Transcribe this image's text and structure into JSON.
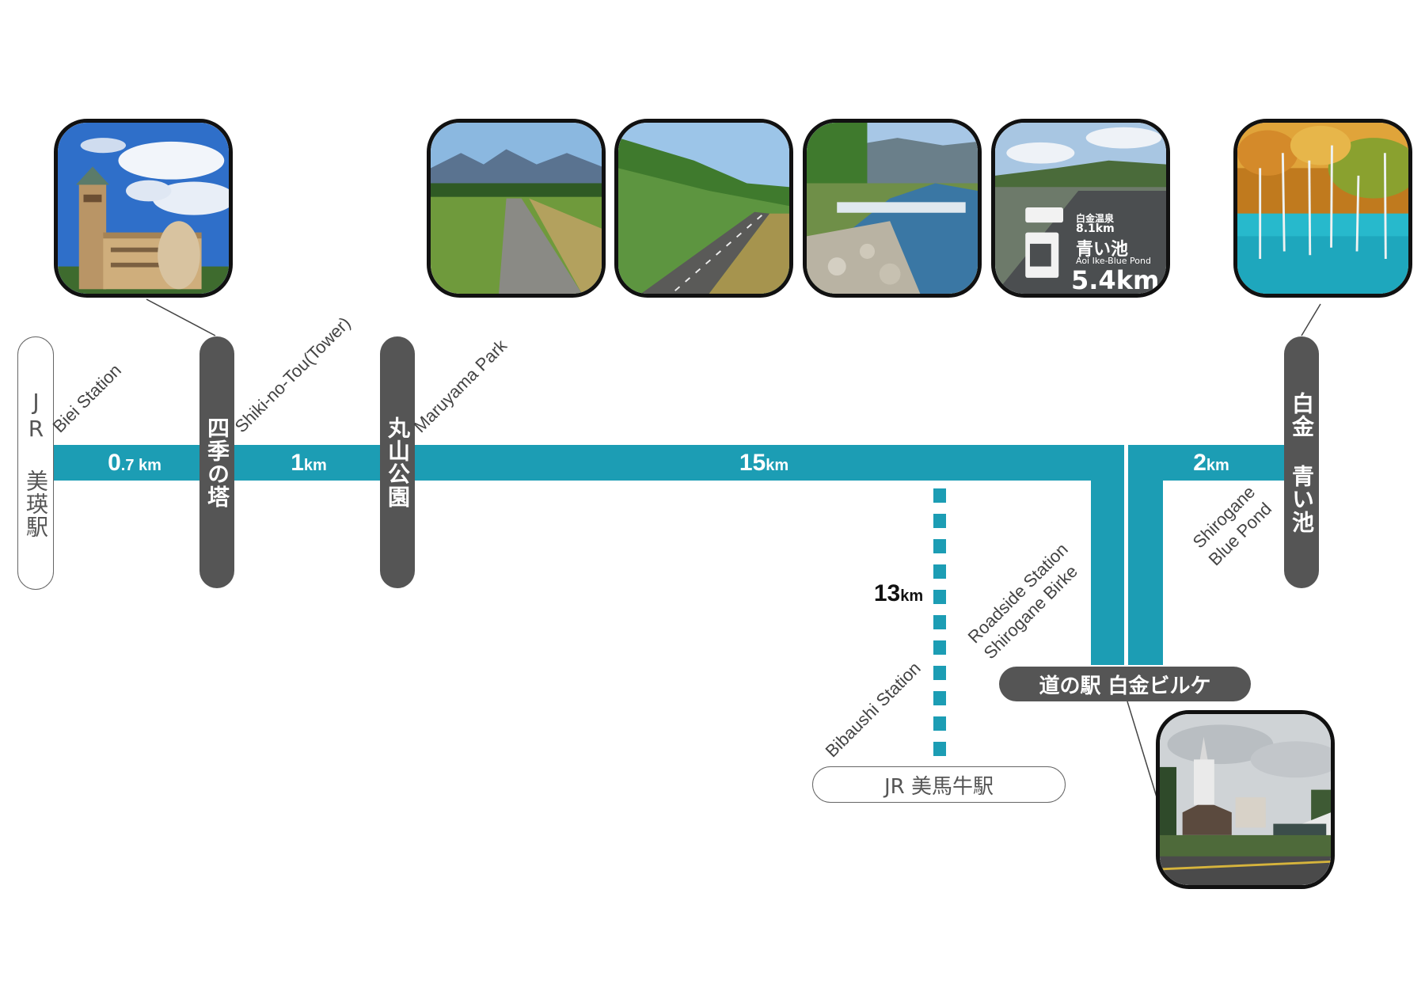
{
  "stations": {
    "biei": {
      "jp": "JR 美瑛駅",
      "en": "Biei Station"
    },
    "shiki": {
      "jp": "四季の塔",
      "en": "Shiki-no-Tou(Tower)"
    },
    "maruyama": {
      "jp": "丸山公園",
      "en": "Maruyama Park"
    },
    "aoiike": {
      "jp": "白金 青い池",
      "en_line1": "Shirogane",
      "en_line2": "Blue Pond"
    },
    "birke": {
      "jp": "道の駅 白金ビルケ",
      "en_line1": "Roadside Station",
      "en_line2": "Shirogane Birke"
    },
    "bibaushi": {
      "jp": "JR 美馬牛駅",
      "en": "Bibaushi Station"
    }
  },
  "distances": {
    "d1": {
      "num": "0",
      "dec": ".7",
      "unit": " km"
    },
    "d2": {
      "num": "1",
      "unit": "km"
    },
    "d3": {
      "num": "15",
      "unit": "km"
    },
    "d4": {
      "num": "2",
      "unit": "km"
    },
    "d5": {
      "num": "13",
      "unit": "km"
    }
  },
  "sign": {
    "line1": "白金温泉",
    "line2": "8.1km",
    "line3": "青い池",
    "line4": "Aoi Ike-Blue Pond",
    "line5": "5.4km"
  },
  "colors": {
    "route": "#1c9db4",
    "pill": "#555555"
  }
}
